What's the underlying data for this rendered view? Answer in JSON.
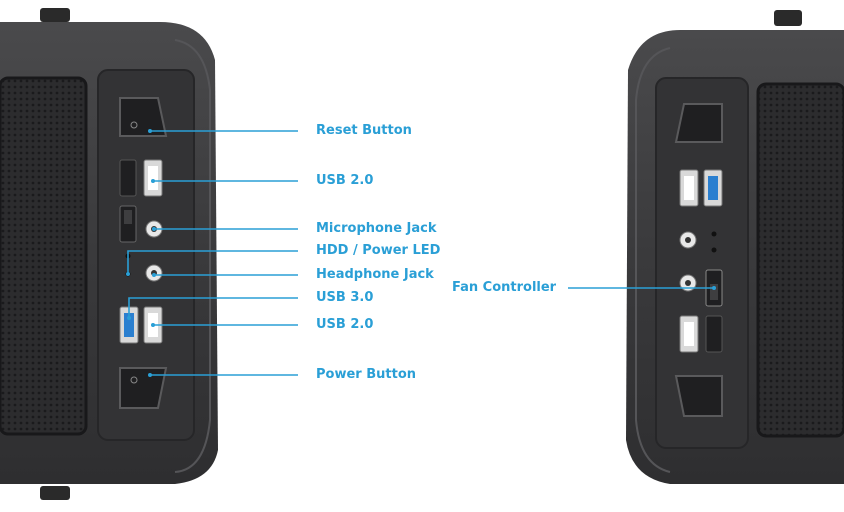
{
  "colors": {
    "accent": "#2a9fd6",
    "case_body": "#3a3a3c",
    "case_dark": "#1e1e20",
    "mesh": "#2a2a2c"
  },
  "left_panel": {
    "labels": [
      {
        "id": "reset",
        "text": "Reset Button"
      },
      {
        "id": "usb2_top",
        "text": "USB 2.0"
      },
      {
        "id": "mic",
        "text": "Microphone Jack"
      },
      {
        "id": "led",
        "text": "HDD / Power LED"
      },
      {
        "id": "headphone",
        "text": "Headphone Jack"
      },
      {
        "id": "usb3",
        "text": "USB 3.0"
      },
      {
        "id": "usb2_bottom",
        "text": "USB 2.0"
      },
      {
        "id": "power",
        "text": "Power Button"
      }
    ]
  },
  "right_panel": {
    "labels": [
      {
        "id": "fan",
        "text": "Fan Controller"
      }
    ]
  }
}
